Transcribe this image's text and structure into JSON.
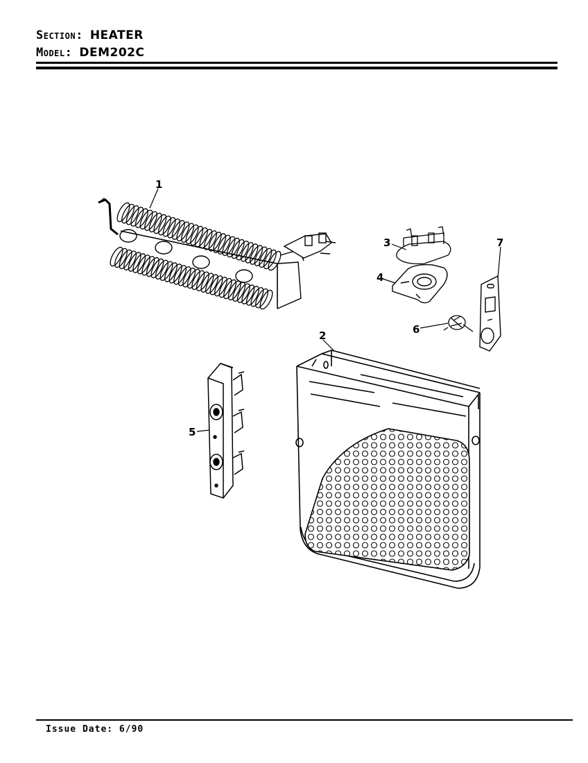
{
  "header": {
    "section_label": "Section:",
    "section_value": "HEATER",
    "model_label": "Model:",
    "model_value": "DEM202C"
  },
  "footer": {
    "issue_date": "Issue Date: 6/90"
  },
  "callouts": [
    "1",
    "2",
    "3",
    "4",
    "5",
    "6",
    "7"
  ]
}
